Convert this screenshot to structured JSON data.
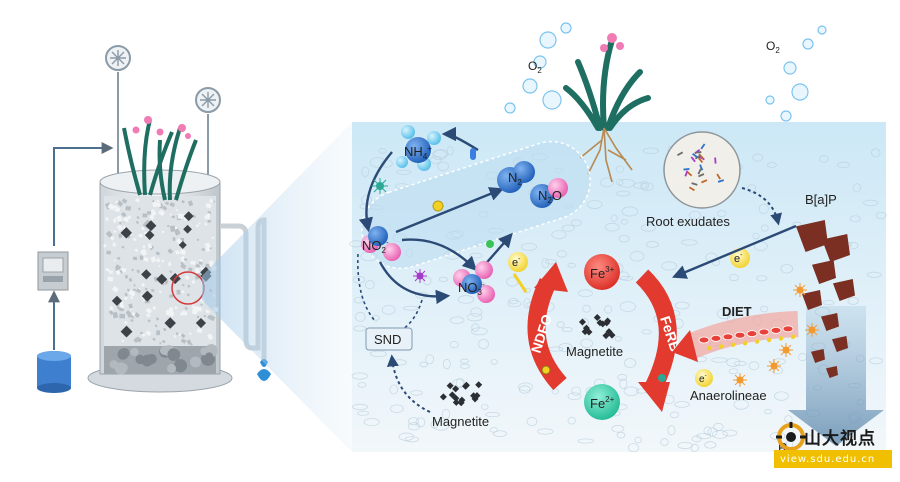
{
  "labels": {
    "o2_left": "O",
    "o2_left_sub": "2",
    "o2_right": "O",
    "o2_right_sub": "2",
    "nh4": "NH",
    "nh4_sub": "4",
    "nh4_sup": "+",
    "n2": "N",
    "n2_sub": "2",
    "n2o": "N",
    "n2o_sub": "2",
    "n2o_tail": "O",
    "no2": "NO",
    "no2_sub": "2",
    "no2_sup": "-",
    "no3": "NO",
    "no3_sub": "3",
    "no3_sup": "-",
    "root_exudates": "Root exudates",
    "bap": "B[a]P",
    "fe3": "Fe",
    "fe3_sup": "3+",
    "fe2": "Fe",
    "fe2_sup": "2+",
    "magnetite_center": "Magnetite",
    "magnetite_bottom": "Magnetite",
    "ndfo": "NDFO",
    "ferb": "FeRB",
    "diet": "DIET",
    "anaerolineae": "Anaerolineae",
    "snd": "SND",
    "electron": "e",
    "electron_sup": "-",
    "removal_prefix": "R",
    "watermark_text": "山大视点",
    "watermark_url": "view.sdu.edu.cn"
  },
  "colors": {
    "water_top": "#cfe9f7",
    "water_bottom": "#eef6fb",
    "fe3": "#e8413a",
    "fe2": "#2fc9a8",
    "nitrogen": "#2f73c8",
    "ammonium": "#6cc9ee",
    "nitrite": "#f06fbd",
    "arrow_red": "#e23a2f",
    "arrow_dark": "#2b4a75",
    "bap_brown": "#7a2f22"
  },
  "icons": [
    "windmill-icon",
    "plant-icon",
    "water-tank-icon",
    "bacteria-icon",
    "magnetite-crystal-icon",
    "electron-icon",
    "water-drop-icon"
  ]
}
